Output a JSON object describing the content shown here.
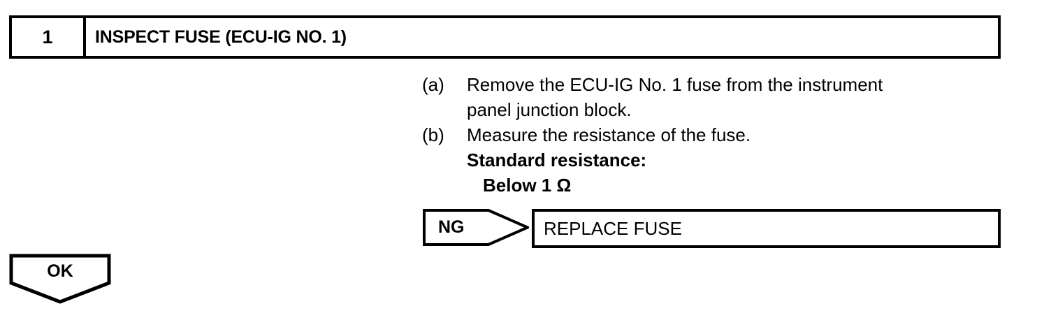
{
  "step_header": {
    "number": "1",
    "title": "INSPECT FUSE (ECU-IG NO. 1)"
  },
  "procedure": [
    {
      "label": "(a)",
      "lines": [
        {
          "text": "Remove the ECU-IG No. 1 fuse from the instrument",
          "bold": false,
          "indent": false
        },
        {
          "text": "panel junction block.",
          "bold": false,
          "indent": false
        }
      ]
    },
    {
      "label": "(b)",
      "lines": [
        {
          "text": "Measure the resistance of the fuse.",
          "bold": false,
          "indent": false
        },
        {
          "text": "Standard resistance:",
          "bold": true,
          "indent": false
        },
        {
          "text": "Below 1 Ω",
          "bold": true,
          "indent": true
        }
      ]
    }
  ],
  "ng_branch": {
    "result_label": "NG",
    "action_label": "REPLACE FUSE"
  },
  "ok_branch": {
    "result_label": "OK"
  },
  "colors": {
    "ink": "#000000",
    "paper": "#ffffff"
  }
}
